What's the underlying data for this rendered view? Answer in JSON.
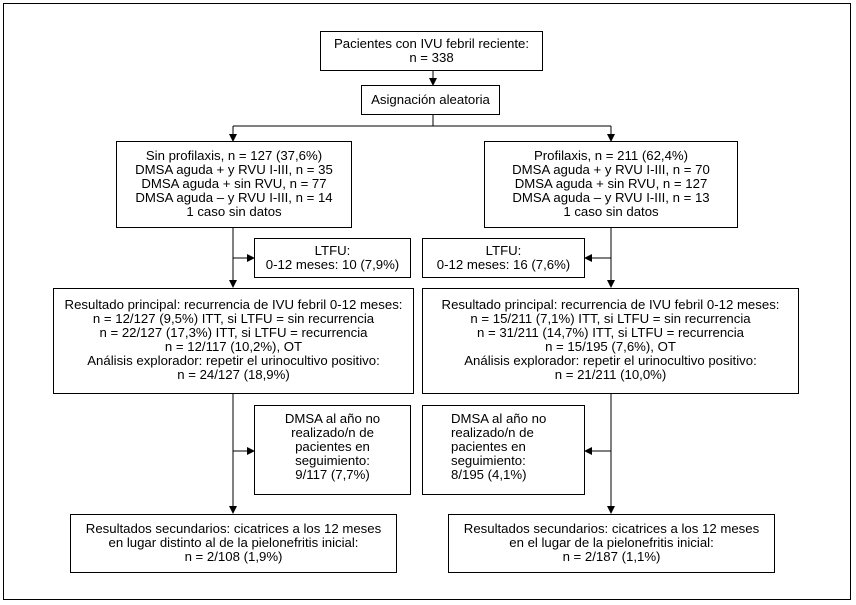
{
  "start": {
    "lines": [
      "Pacientes con IVU febril reciente:",
      "n = 338"
    ]
  },
  "randomization": {
    "label": "Asignación aleatoria"
  },
  "left": {
    "group": {
      "lines": [
        "Sin profilaxis, n = 127 (37,6%)",
        "DMSA aguda + y RVU I-III, n = 35",
        "DMSA aguda + sin RVU, n = 77",
        "DMSA aguda – y RVU I-III, n = 14",
        "1 caso sin datos"
      ]
    },
    "ltfu": {
      "lines": [
        "LTFU:",
        "0-12 meses: 10 (7,9%)"
      ]
    },
    "primary": {
      "lines": [
        "Resultado principal: recurrencia de IVU febril 0-12 meses:",
        "n = 12/127 (9,5%) ITT, si LTFU = sin recurrencia",
        "n = 22/127 (17,3%) ITT, si LTFU = recurrencia",
        "n = 12/117 (10,2%), OT",
        "Análisis explorador: repetir el urinocultivo positivo:",
        "n = 24/127 (18,9%)"
      ]
    },
    "dmsa": {
      "lines": [
        "DMSA al año no",
        "realizado/n de",
        "pacientes en",
        "seguimiento:",
        "9/117 (7,7%)"
      ]
    },
    "secondary": {
      "lines": [
        "Resultados secundarios: cicatrices a los 12 meses",
        "en lugar distinto al de la pielonefritis inicial:",
        "n = 2/108 (1,9%)"
      ]
    }
  },
  "right": {
    "group": {
      "lines": [
        "Profilaxis, n = 211 (62,4%)",
        "DMSA aguda + y RVU I-III, n = 70",
        "DMSA aguda + sin RVU, n = 127",
        "DMSA aguda – y RVU I-III, n = 13",
        "1 caso sin datos"
      ]
    },
    "ltfu": {
      "lines": [
        "LTFU:",
        "0-12 meses: 16 (7,6%)"
      ]
    },
    "primary": {
      "lines": [
        "Resultado principal: recurrencia de IVU febril 0-12 meses:",
        "n = 15/211 (7,1%) ITT, si LTFU = sin recurrencia",
        "n = 31/211 (14,7%) ITT, si LTFU = recurrencia",
        "n = 15/195 (7,6%), OT",
        "Análisis explorador: repetir el urinocultivo positivo:",
        "n = 21/211 (10,0%)"
      ]
    },
    "dmsa": {
      "lines": [
        "DMSA al año no",
        "realizado/n de",
        "pacientes en",
        "seguimiento:",
        "8/195 (4,1%)"
      ]
    },
    "secondary": {
      "lines": [
        "Resultados secundarios: cicatrices a los 12 meses",
        "en el lugar de la pielonefritis inicial:",
        "n = 2/187 (1,1%)"
      ]
    }
  }
}
